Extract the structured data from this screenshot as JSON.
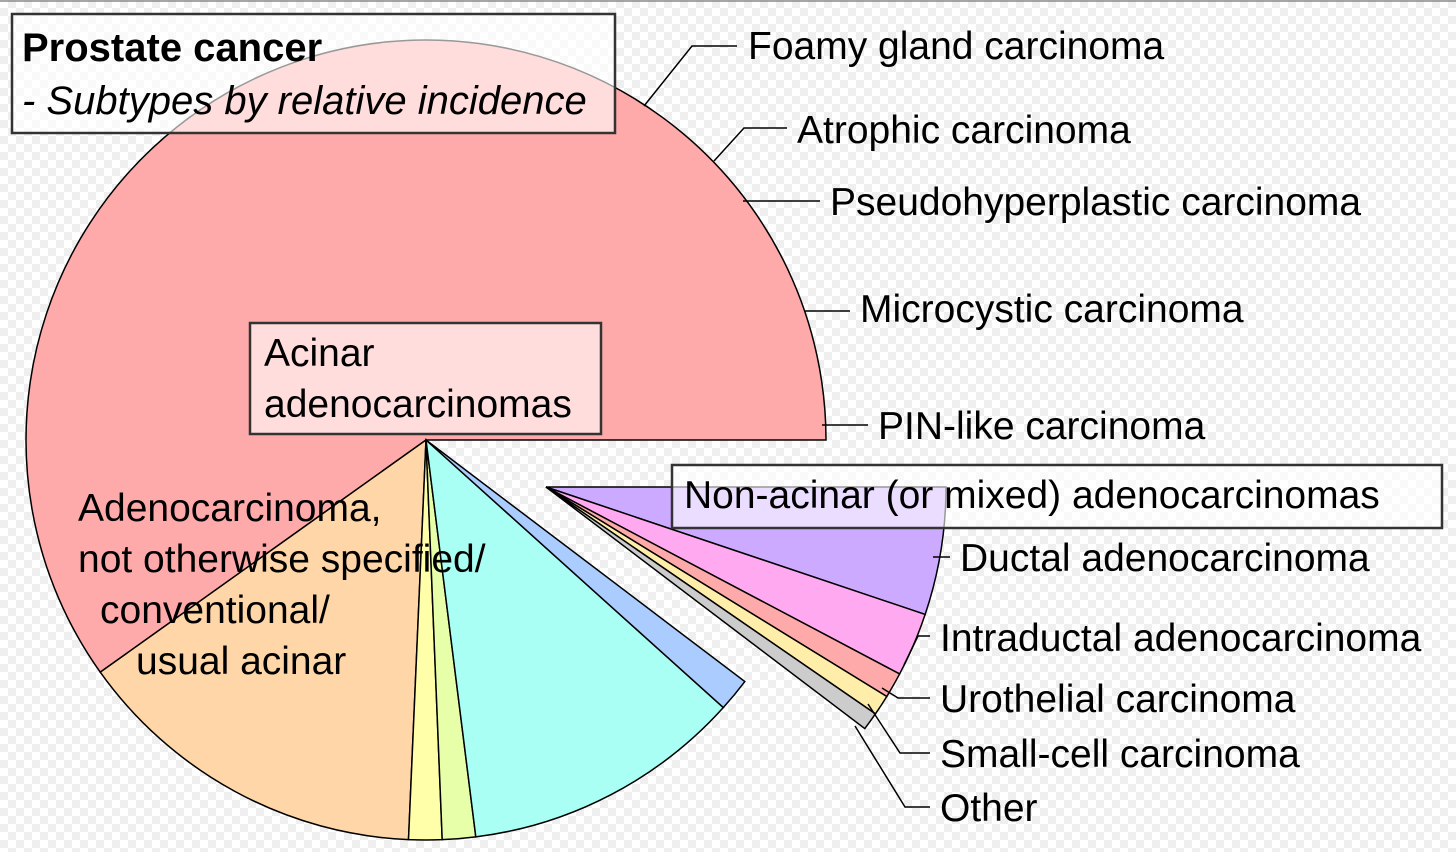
{
  "chart_data": {
    "type": "pie",
    "title": "Prostate cancer",
    "subtitle": "- Subtypes by relative incidence",
    "groups": [
      {
        "name_lines": [
          "Acinar",
          "adenocarcinomas"
        ],
        "slices": [
          {
            "name": "Adenocarcinoma, not otherwise specified/ conventional/ usual acinar",
            "label_lines": [
              "Adenocarcinoma,",
              "not otherwise specified/",
              "conventional/",
              "usual acinar"
            ],
            "value": 58.0,
            "color": "#ffaaaa"
          },
          {
            "name": "Foamy gland carcinoma",
            "value": 14.0,
            "color": "#ffd6a8"
          },
          {
            "name": "Atrophic carcinoma",
            "value": 1.3,
            "color": "#ffffaa"
          },
          {
            "name": "Pseudohyperplastic carcinoma",
            "value": 1.3,
            "color": "#e8ffaa"
          },
          {
            "name": "Microcystic carcinoma",
            "value": 11.0,
            "color": "#aafff4"
          },
          {
            "name": "PIN-like carcinoma",
            "value": 1.3,
            "color": "#aaccff"
          }
        ]
      },
      {
        "name_lines": [
          "Non-acinar (or mixed) adenocarcinomas"
        ],
        "slices": [
          {
            "name": "Ductal adenocarcinoma",
            "value": 5.0,
            "color": "#ccaaff"
          },
          {
            "name": "Intraductal adenocarcinoma",
            "value": 2.5,
            "color": "#ffaaf0"
          },
          {
            "name": "Urothelial carcinoma",
            "value": 1.0,
            "color": "#ffaaaa"
          },
          {
            "name": "Small-cell carcinoma",
            "value": 0.8,
            "color": "#ffeeaa"
          },
          {
            "name": "Other",
            "value": 0.7,
            "color": "#cccccc"
          }
        ]
      }
    ]
  }
}
